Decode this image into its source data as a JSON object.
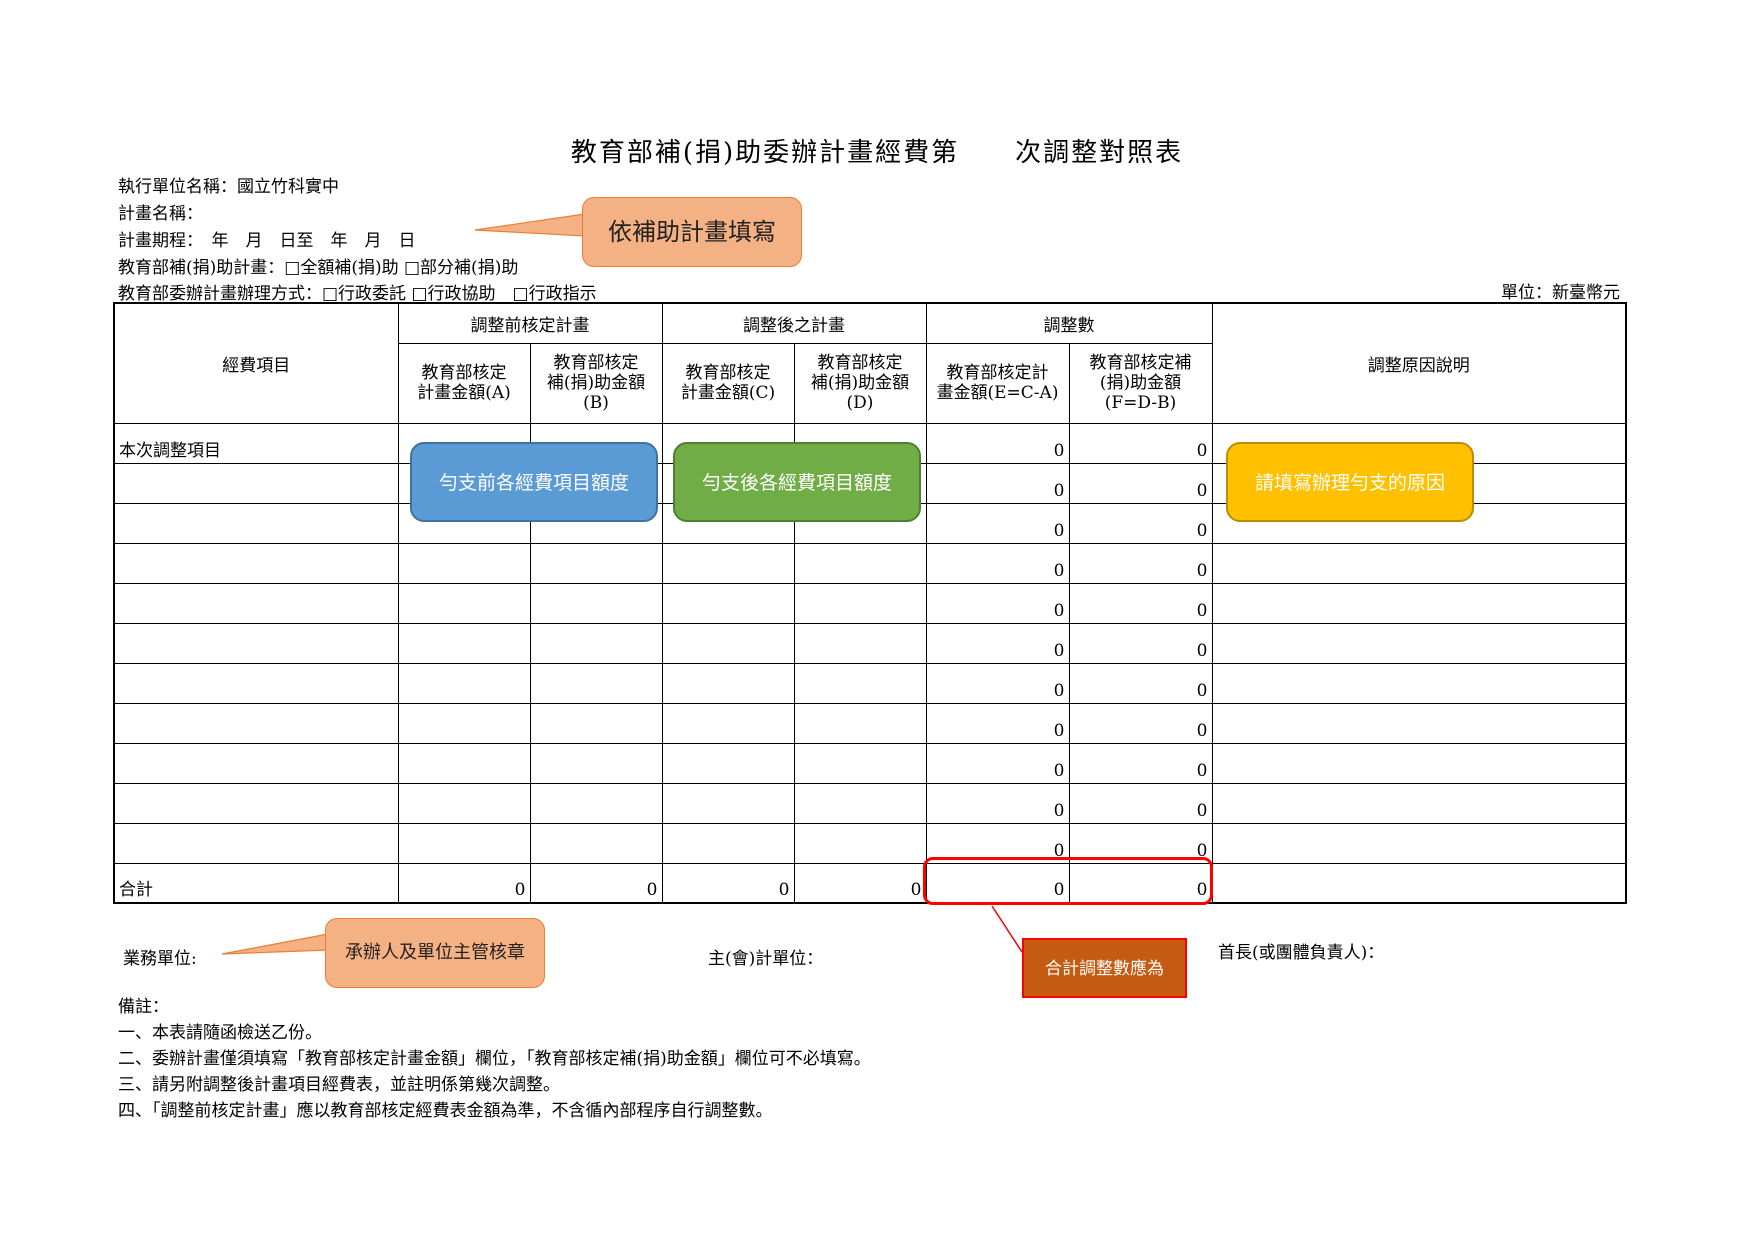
{
  "title": "教育部補(捐)助委辦計畫經費第　　次調整對照表",
  "header": {
    "unit_name": "執行單位名稱：國立竹科實中",
    "plan_name": "計畫名稱：",
    "plan_period": "計畫期程：　年　月　日至　年　月　日",
    "subsidy": "教育部補(捐)助計畫：□全額補(捐)助 □部分補(捐)助",
    "method": "教育部委辦計畫辦理方式：□行政委託 □行政協助　□行政指示",
    "currency": "單位：新臺幣元"
  },
  "table": {
    "col_item": "經費項目",
    "group_before": "調整前核定計畫",
    "group_after": "調整後之計畫",
    "group_diff": "調整數",
    "col_reason": "調整原因說明",
    "sub_a": [
      "教育部核定",
      "計畫金額(A)"
    ],
    "sub_b": [
      "教育部核定",
      "補(捐)助金額",
      "(B)"
    ],
    "sub_c": [
      "教育部核定",
      "計畫金額(C)"
    ],
    "sub_d": [
      "教育部核定",
      "補(捐)助金額",
      "(D)"
    ],
    "sub_e": [
      "教育部核定計",
      "畫金額(E=C-A)"
    ],
    "sub_f": [
      "教育部核定補",
      "(捐)助金額",
      "(F=D-B)"
    ],
    "first_row_label": "本次調整項目",
    "row_e": [
      "0",
      "0",
      "0",
      "0",
      "0",
      "0",
      "0",
      "0",
      "0",
      "0",
      "0"
    ],
    "row_f": [
      "0",
      "0",
      "0",
      "0",
      "0",
      "0",
      "0",
      "0",
      "0",
      "0",
      "0"
    ],
    "total_label": "合計",
    "total": [
      "0",
      "0",
      "0",
      "0",
      "0",
      "0"
    ]
  },
  "callouts": {
    "fill_by_plan": "依補助計畫填寫",
    "before_amount": "勻支前各經費項目額度",
    "after_amount": "勻支後各經費項目額度",
    "reason": "請填寫辦理勻支的原因",
    "stamp": "承辦人及單位主管核章",
    "total_note": "合計調整數應為"
  },
  "footer": {
    "business_unit": "業務單位:",
    "accounting_unit": "主(會)計單位：",
    "head": "首長(或團體負責人)："
  },
  "notes": {
    "heading": "備註：",
    "items": [
      "一、本表請隨函檢送乙份。",
      "二、委辦計畫僅須填寫「教育部核定計畫金額」欄位，「教育部核定補(捐)助金額」欄位可不必填寫。",
      "三、請另附調整後計畫項目經費表，並註明係第幾次調整。",
      "四、「調整前核定計畫」應以教育部核定經費表金額為準，不含循內部程序自行調整數。"
    ]
  },
  "colors": {
    "blue": "#5b9bd5",
    "green": "#70ad47",
    "yellow": "#ffc000",
    "orange": "#f4b183",
    "red_box": "#c55a11",
    "red_outline": "#ff0000"
  }
}
